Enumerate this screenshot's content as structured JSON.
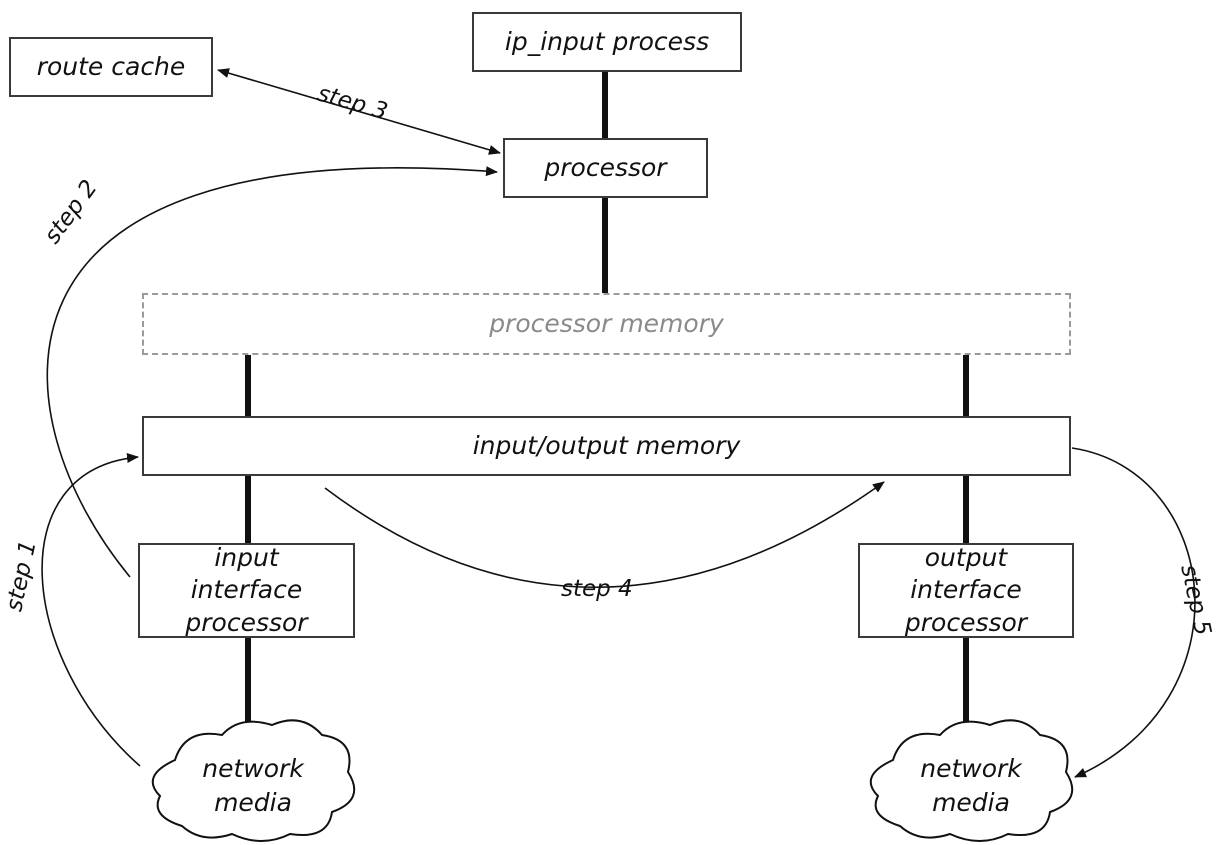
{
  "nodes": {
    "ip_input": "ip_input process",
    "route_cache": "route cache",
    "processor": "processor",
    "processor_memory": "processor memory",
    "io_memory": "input/output memory",
    "input_if": [
      "input",
      "interface",
      "processor"
    ],
    "output_if": [
      "output",
      "interface",
      "processor"
    ],
    "network_left": [
      "network",
      "media"
    ],
    "network_right": [
      "network",
      "media"
    ]
  },
  "steps": {
    "step1": "step 1",
    "step2": "step 2",
    "step3": "step 3",
    "step4": "step 4",
    "step5": "step 5"
  },
  "colors": {
    "line": "#111111",
    "dashed_border": "#9a9a9a",
    "dashed_text": "#8a8a8a"
  }
}
